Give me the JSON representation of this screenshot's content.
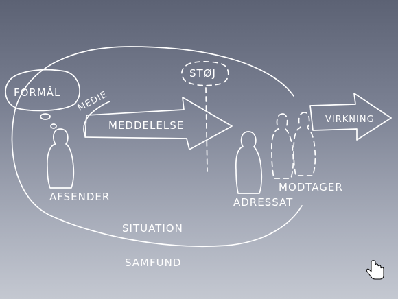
{
  "labels": {
    "formaal": "FORMÅL",
    "stoej": "STØJ",
    "medie": "MEDIE",
    "meddelelse": "MEDDELELSE",
    "virkning": "VIRKNING",
    "afsender": "AFSENDER",
    "adressat": "ADRESSAT",
    "modtager": "MODTAGER",
    "situation": "SITUATION",
    "samfund": "SAMFUND"
  },
  "colors": {
    "stroke": "#ffffff",
    "background_top": "#5c6274",
    "background_bottom": "#c4c8d1"
  },
  "cursor": {
    "icon": "hand-pointer-icon"
  }
}
